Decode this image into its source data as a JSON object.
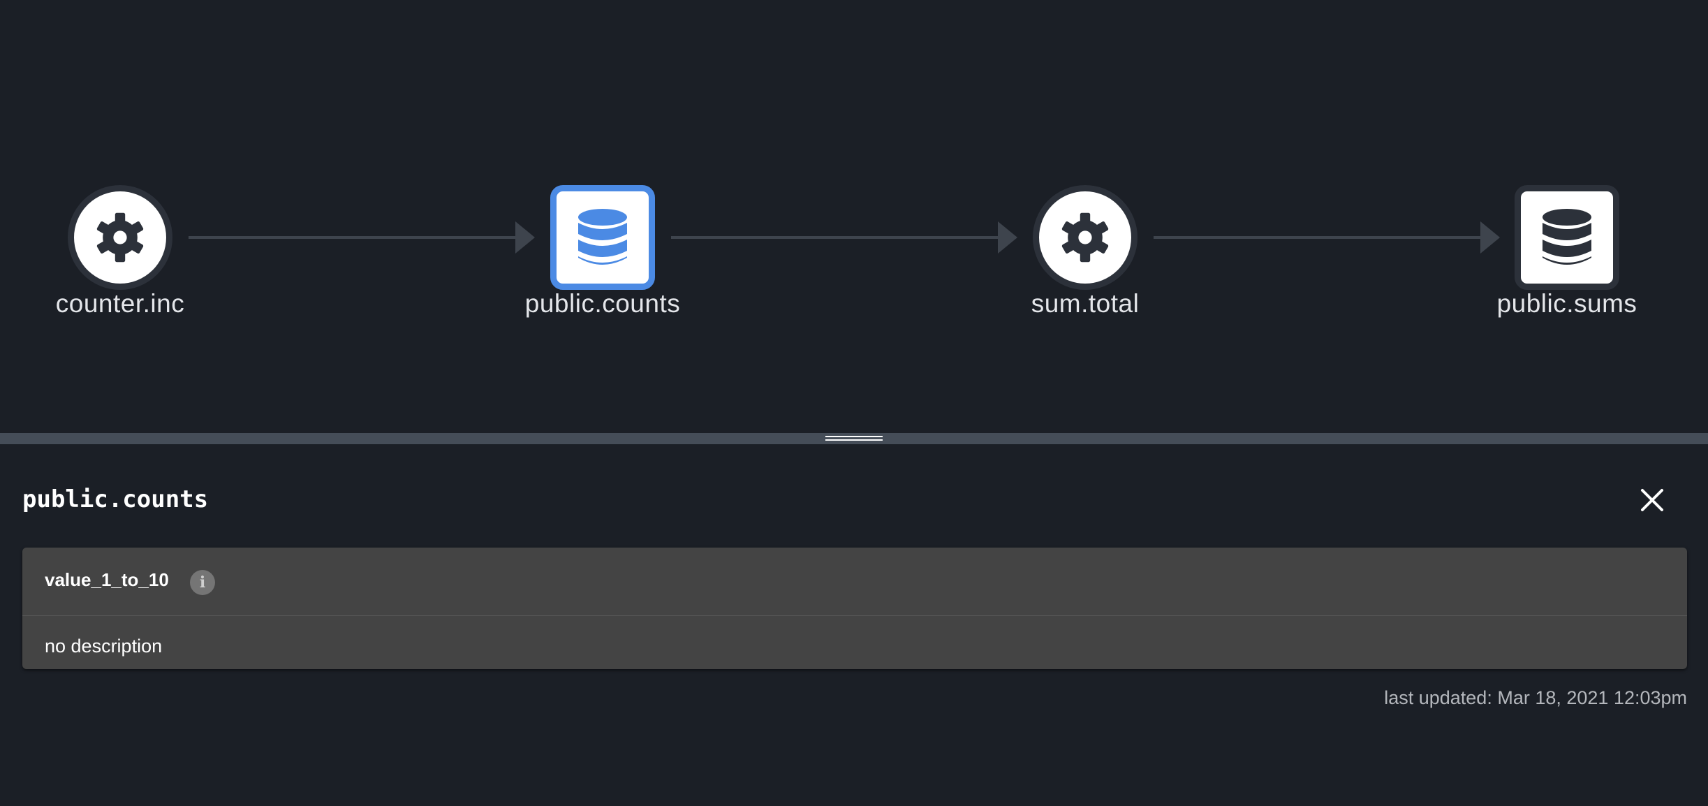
{
  "graph": {
    "nodes": [
      {
        "label": "counter.inc",
        "kind": "job",
        "icon": "gear-icon",
        "selected": false
      },
      {
        "label": "public.counts",
        "kind": "dataset",
        "icon": "database-icon",
        "selected": true
      },
      {
        "label": "sum.total",
        "kind": "job",
        "icon": "gear-icon",
        "selected": false
      },
      {
        "label": "public.sums",
        "kind": "dataset",
        "icon": "database-icon",
        "selected": false
      }
    ]
  },
  "colors": {
    "background": "#1b1f26",
    "node_fill": "#ffffff",
    "node_icon": "#2c313a",
    "selected_accent": "#4b8ae4",
    "edge": "#3e444d",
    "divider": "#454d58",
    "card": "#444444"
  },
  "details": {
    "title": "public.counts",
    "close_icon": "close-icon",
    "fields": [
      {
        "name": "value_1_to_10",
        "description": "no description",
        "info_icon": "info-icon",
        "info_glyph": "i"
      }
    ],
    "last_updated": "last updated: Mar 18, 2021 12:03pm"
  }
}
